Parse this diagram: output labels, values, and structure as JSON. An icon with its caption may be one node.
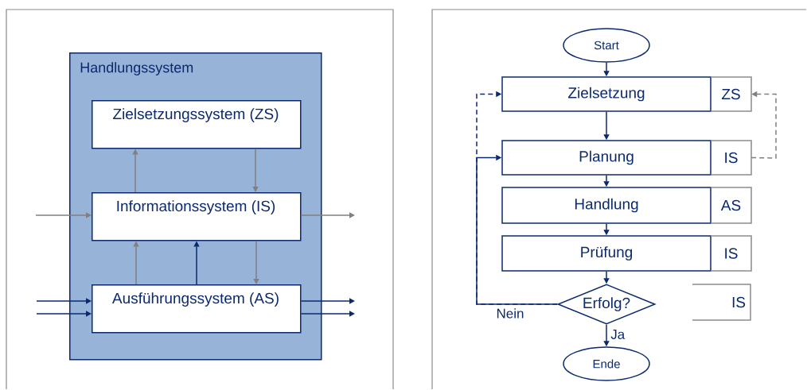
{
  "diagram": {
    "nodes": [
      {
        "text": [
          "Handlungssystem"
        ]
      },
      {
        "text": [
          "Zielsetzungssystem (ZS)"
        ],
        "in": 0
      },
      {
        "text": [
          "Informationssystem (IS)"
        ],
        "in": 0
      },
      {
        "text": [
          "Ausführungssystem (AS)"
        ],
        "in": 0
      },
      {
        "text": [
          "Start"
        ]
      },
      {
        "text": [
          "Zielsetzung"
        ]
      },
      {
        "text": [
          "ZS"
        ]
      },
      {
        "text": [
          "Planung"
        ]
      },
      {
        "text": [
          "IS"
        ]
      },
      {
        "text": [
          "Handlung"
        ]
      },
      {
        "text": [
          "AS"
        ]
      },
      {
        "text": [
          "Prüfung"
        ]
      },
      {
        "text": [
          "IS"
        ]
      },
      {
        "text": [
          "Erfolg?"
        ]
      },
      {
        "text": [
          "IS"
        ]
      },
      {
        "text": [
          "Ende"
        ]
      }
    ],
    "edges": [
      {
        "from": 2,
        "to": 1,
        "arrow": "to",
        "color": "#808080"
      },
      {
        "from": 1,
        "to": 2,
        "arrow": "to",
        "color": "#808080"
      },
      {
        "from": 3,
        "to": 2,
        "arrow": "to",
        "color": "#808080"
      },
      {
        "from": 3,
        "to": 2,
        "arrow": "to"
      },
      {
        "from": 2,
        "to": 3,
        "arrow": "to",
        "color": "#808080"
      },
      {
        "from": null,
        "to": 2,
        "arrow": "to",
        "color": "#808080"
      },
      {
        "from": 2,
        "to": null,
        "arrow": "to",
        "color": "#808080"
      },
      {
        "from": null,
        "to": 3,
        "arrow": "to"
      },
      {
        "from": null,
        "to": 3,
        "arrow": "to"
      },
      {
        "from": 3,
        "to": null,
        "arrow": "to"
      },
      {
        "from": 3,
        "to": null,
        "arrow": "to"
      },
      {
        "from": 4,
        "to": 5,
        "arrow": "to"
      },
      {
        "from": 5,
        "to": 7,
        "arrow": "to"
      },
      {
        "from": 7,
        "to": 9,
        "arrow": "to"
      },
      {
        "from": 9,
        "to": 11,
        "arrow": "to"
      },
      {
        "from": 11,
        "to": 13,
        "arrow": "to"
      },
      {
        "from": 13,
        "to": 15,
        "arrow": "to",
        "label": "Ja"
      },
      {
        "from": 13,
        "to": 7,
        "arrow": "to",
        "label": "Nein"
      },
      {
        "from": 13,
        "to": 5,
        "arrow": "to",
        "style": "dashed"
      },
      {
        "from": 8,
        "to": 6,
        "arrow": "to",
        "style": "dashed",
        "color": "#808080"
      }
    ]
  }
}
